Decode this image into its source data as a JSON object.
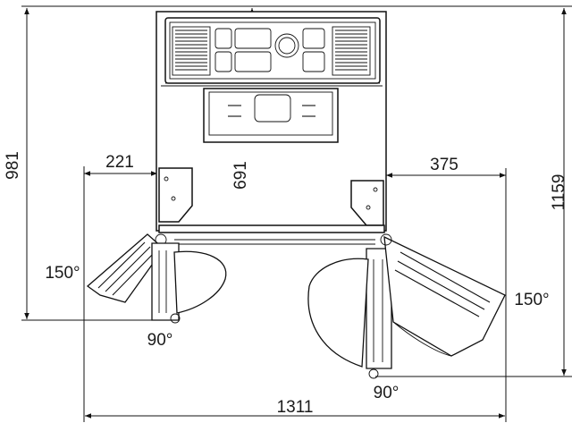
{
  "dimensions": {
    "depth_closed": "981",
    "depth_open": "1159",
    "door_depth": "691",
    "left_door_offset": "221",
    "right_door_offset": "375",
    "total_width": "1311"
  },
  "angles": {
    "left_outer": "150°",
    "left_inner": "90°",
    "right_outer": "150°",
    "right_inner": "90°"
  }
}
